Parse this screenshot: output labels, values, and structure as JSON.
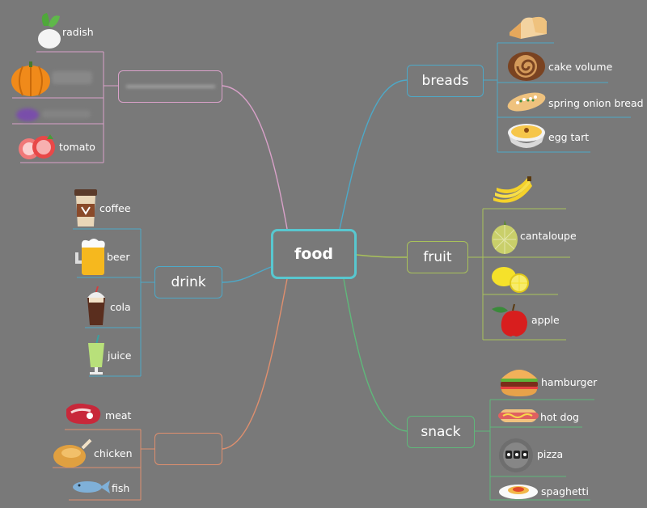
{
  "center": {
    "label": "food"
  },
  "branches": {
    "breads": {
      "label": "breads",
      "color": "#4da9c8",
      "items": [
        "cake volume",
        "spring onion bread",
        "egg tart"
      ]
    },
    "fruit": {
      "label": "fruit",
      "color": "#a9c25a",
      "items": [
        "cantaloupe",
        "apple"
      ]
    },
    "snack": {
      "label": "snack",
      "color": "#5fb87a",
      "items": [
        "hamburger",
        "hot dog",
        "pizza",
        "spaghetti"
      ]
    },
    "vegetables": {
      "label": "",
      "color": "#d9a1c9",
      "items": [
        "radish",
        "tomato"
      ]
    },
    "drink": {
      "label": "drink",
      "color": "#4da9c8",
      "items": [
        "coffee",
        "beer",
        "cola",
        "juice"
      ]
    },
    "meat": {
      "label": "",
      "color": "#df8f6e",
      "items": [
        "meat",
        "chicken",
        "fish"
      ]
    }
  },
  "icons": [
    "bread-icon",
    "cake-roll-icon",
    "onion-bread-icon",
    "egg-tart-icon",
    "banana-icon",
    "cantaloupe-icon",
    "lemon-icon",
    "apple-icon",
    "hamburger-icon",
    "hotdog-icon",
    "pizza-icon",
    "spaghetti-icon",
    "radish-icon",
    "pumpkin-icon",
    "eggplant-icon",
    "tomato-icon",
    "coffee-icon",
    "beer-icon",
    "cola-icon",
    "juice-icon",
    "steak-icon",
    "chicken-icon",
    "fish-icon"
  ]
}
